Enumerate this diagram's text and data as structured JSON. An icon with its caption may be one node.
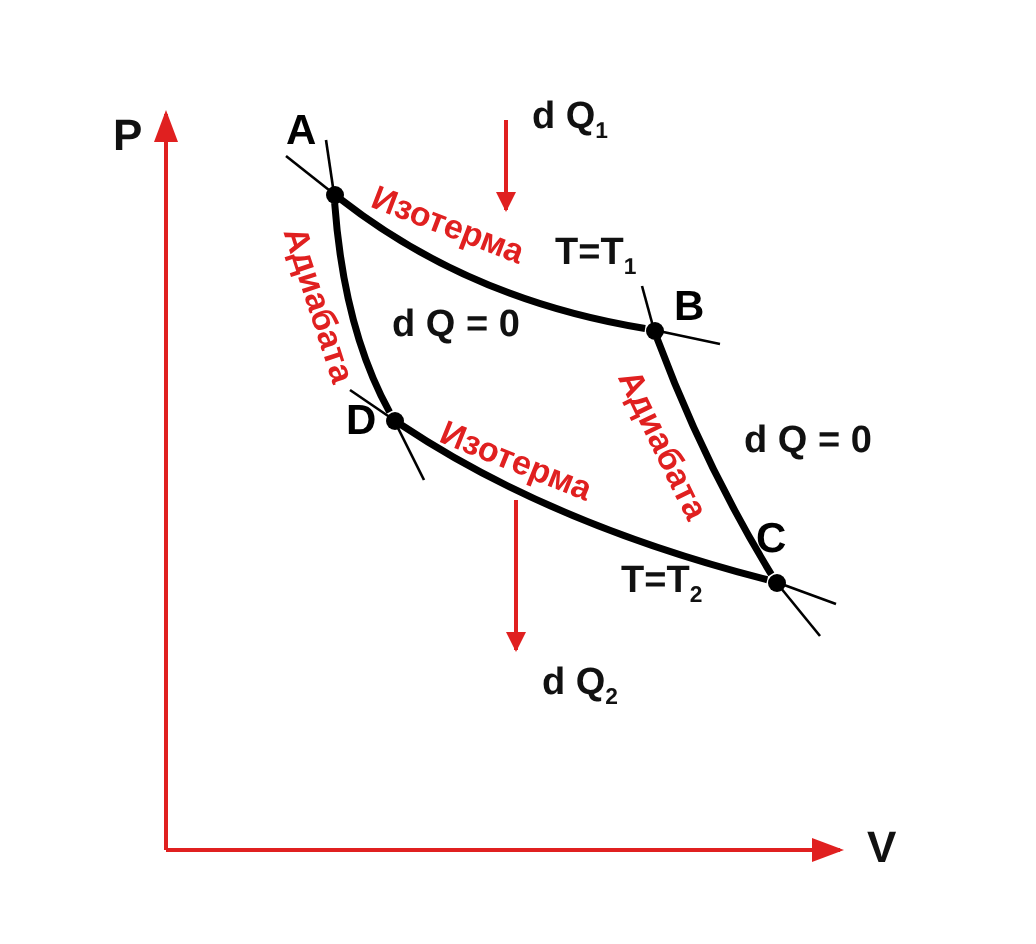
{
  "diagram": {
    "nodes": [
      {
        "text": [
          "A"
        ]
      },
      {
        "text": [
          "B"
        ]
      },
      {
        "text": [
          "C"
        ]
      },
      {
        "text": [
          "D"
        ]
      }
    ],
    "edges": [
      {
        "from": 0,
        "to": 1,
        "arrow": "none"
      },
      {
        "from": 1,
        "to": 2,
        "arrow": "none"
      },
      {
        "from": 2,
        "to": 3,
        "arrow": "none"
      },
      {
        "from": 3,
        "to": 0,
        "arrow": "none"
      }
    ],
    "labels": [
      "P",
      "V",
      "d Q$_{1}$",
      "Изотерма",
      "T=T$_{1}$",
      "Адиабата",
      "d Q = 0",
      "Изотерма",
      "Адиабата",
      "d Q = 0",
      "T=T$_{2}$",
      "d Q$_{2}$"
    ]
  }
}
